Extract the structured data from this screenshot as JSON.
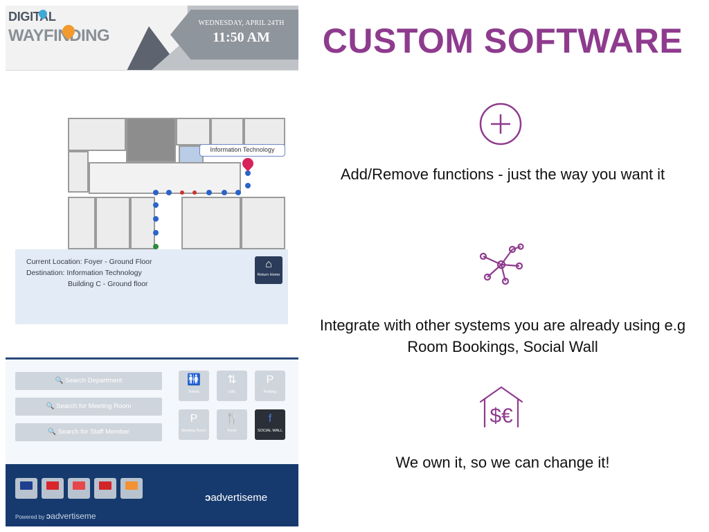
{
  "kiosk": {
    "logo": {
      "line1": "DIGITAL",
      "line2": "WAYFINDING"
    },
    "date": "WEDNESDAY, APRIL 24TH",
    "time": "11:50 AM",
    "map": {
      "label": "Information Technology"
    },
    "info": {
      "current_location": "Current Location: Foyer - Ground Floor",
      "destination": "Destination: Information Technology",
      "building": "Building C - Ground floor"
    },
    "return_home_label": "Return Home",
    "search_buttons": [
      "Search Department",
      "Search for Meeting Room",
      "Search for Staff Member"
    ],
    "tiles": [
      {
        "label": "Toilets",
        "icon": "toilets-icon",
        "glyph": "🚻"
      },
      {
        "label": "Lifts",
        "icon": "lift-icon",
        "glyph": "⇅"
      },
      {
        "label": "Parking",
        "icon": "parking-icon",
        "glyph": "P"
      },
      {
        "label": "Meeting Room",
        "icon": "meeting-room-icon",
        "glyph": "P"
      },
      {
        "label": "Food",
        "icon": "food-icon",
        "glyph": "🍴"
      },
      {
        "label": "SOCIAL WALL",
        "icon": "social-wall-icon",
        "glyph": "f"
      }
    ],
    "flags": [
      {
        "name": "australia-flag-icon",
        "color": "#1f3f8f"
      },
      {
        "name": "vietnam-flag-icon",
        "color": "#d8262b"
      },
      {
        "name": "lebanon-flag-icon",
        "color": "#e5474b"
      },
      {
        "name": "china-flag-icon",
        "color": "#d0262a"
      },
      {
        "name": "india-flag-icon",
        "color": "#f29233"
      }
    ],
    "brand": "advertiseme",
    "powered_by": "Powered by",
    "powered_brand": "advertiseme"
  },
  "title": "CUSTOM SOFTWARE",
  "features": [
    {
      "icon": "plus-circle-icon",
      "text": "Add/Remove functions - just the way you want it"
    },
    {
      "icon": "network-icon",
      "text": "Integrate with other systems you are already using e.g Room Bookings, Social Wall"
    },
    {
      "icon": "house-currency-icon",
      "text": "We own it, so we can change it!"
    }
  ],
  "colors": {
    "accent": "#8e3b8e",
    "kiosk_navy": "#163a6e"
  }
}
